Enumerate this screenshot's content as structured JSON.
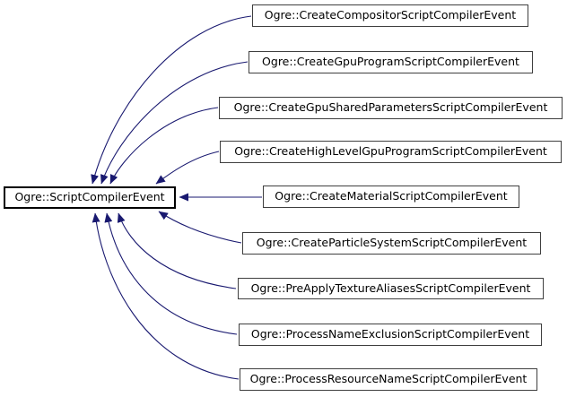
{
  "diagram": {
    "type": "inheritance-graph",
    "base": {
      "label": "Ogre::ScriptCompilerEvent"
    },
    "derived": [
      {
        "label": "Ogre::CreateCompositorScriptCompilerEvent"
      },
      {
        "label": "Ogre::CreateGpuProgramScriptCompilerEvent"
      },
      {
        "label": "Ogre::CreateGpuSharedParametersScriptCompilerEvent"
      },
      {
        "label": "Ogre::CreateHighLevelGpuProgramScriptCompilerEvent"
      },
      {
        "label": "Ogre::CreateMaterialScriptCompilerEvent"
      },
      {
        "label": "Ogre::CreateParticleSystemScriptCompilerEvent"
      },
      {
        "label": "Ogre::PreApplyTextureAliasesScriptCompilerEvent"
      },
      {
        "label": "Ogre::ProcessNameExclusionScriptCompilerEvent"
      },
      {
        "label": "Ogre::ProcessResourceNameScriptCompilerEvent"
      }
    ],
    "colors": {
      "edge": "#191970",
      "node_border": "#3f3f3f",
      "base_node_border": "#000000",
      "node_fill": "#ffffff",
      "text": "#000000",
      "background": "#ffffff"
    }
  }
}
